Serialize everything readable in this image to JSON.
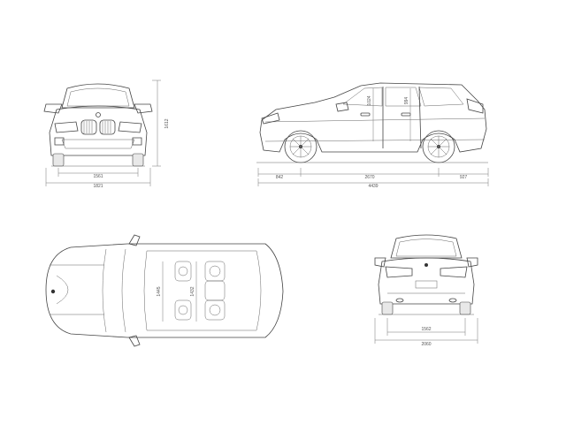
{
  "dimensions": {
    "front_height": "1612",
    "front_track": "1561",
    "front_width": "1821",
    "front_overhang": "842",
    "wheelbase": "2670",
    "rear_overhang": "927",
    "overall_length": "4439",
    "rear_track": "1562",
    "rear_width": "2060",
    "side_door_a": "1024",
    "side_door_b": "994",
    "top_a": "1445",
    "top_b": "1432"
  }
}
